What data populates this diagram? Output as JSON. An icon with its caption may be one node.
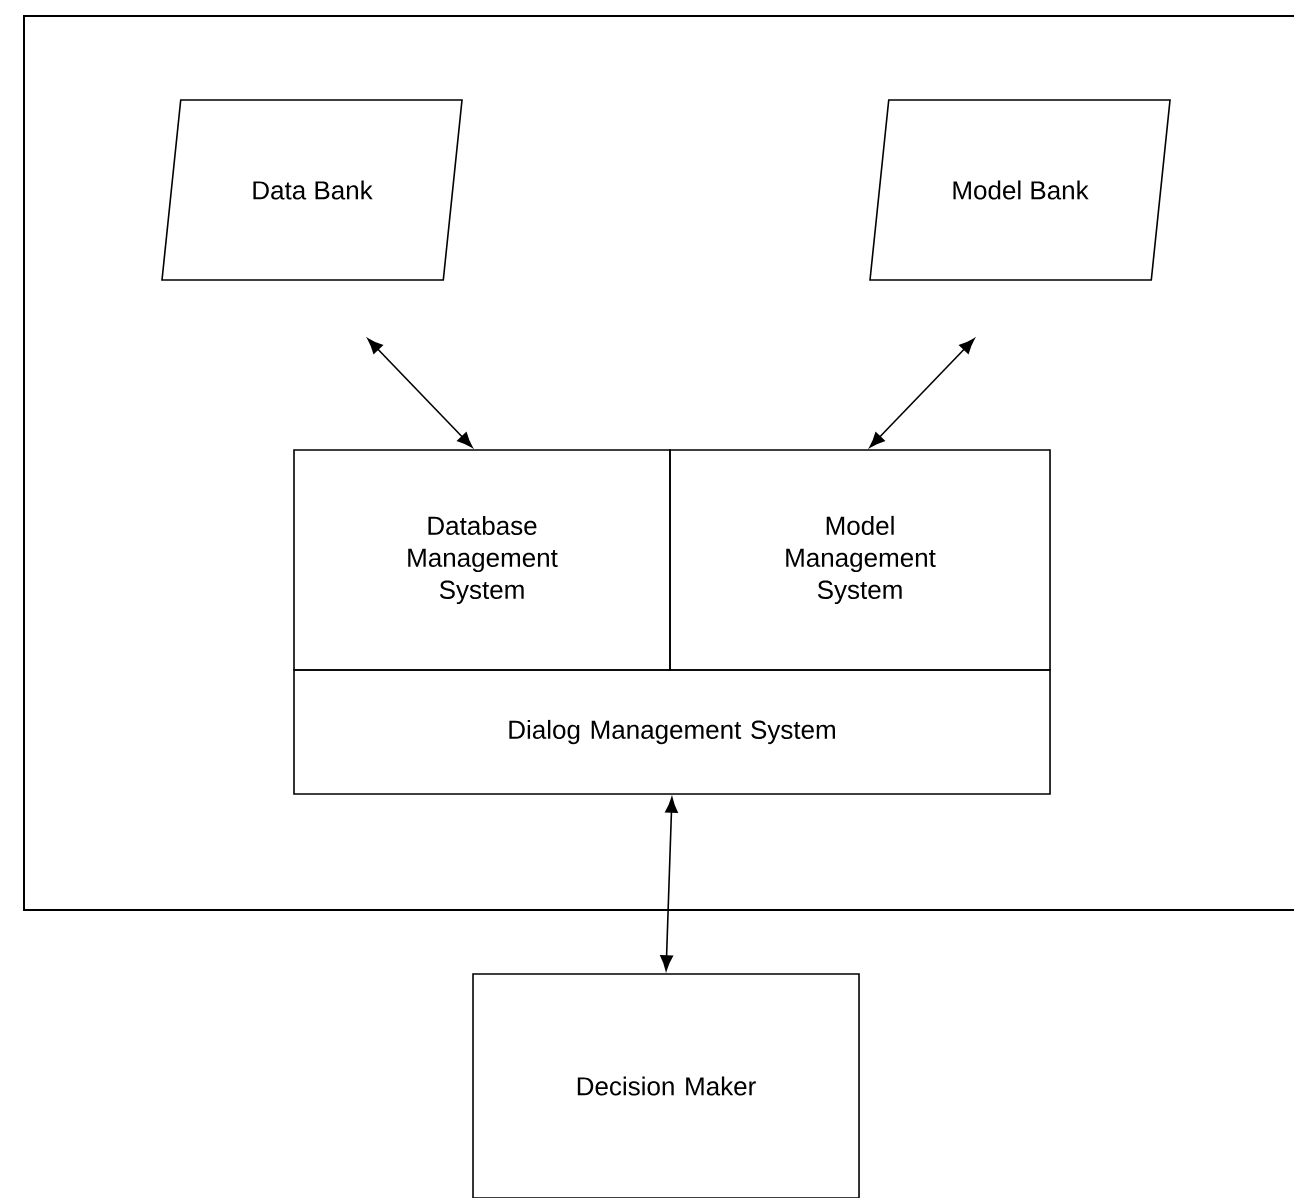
{
  "diagram": {
    "nodes": [
      {
        "text": [],
        "shape": "box"
      },
      {
        "text": [
          "Data Bank"
        ],
        "in": 0
      },
      {
        "text": [
          "Model Bank"
        ],
        "in": 0
      },
      {
        "text": [
          "Database Management System"
        ],
        "in": 0
      },
      {
        "text": [
          "Model Management System"
        ],
        "in": 0
      },
      {
        "text": [
          "Dialog Management System"
        ],
        "in": 0
      },
      {
        "text": [
          "Decision Maker"
        ]
      }
    ],
    "edges": [
      {
        "from": 1,
        "to": 3,
        "arrow": "both"
      },
      {
        "from": 2,
        "to": 4,
        "arrow": "both"
      },
      {
        "from": 5,
        "to": 6,
        "arrow": "both"
      }
    ]
  }
}
